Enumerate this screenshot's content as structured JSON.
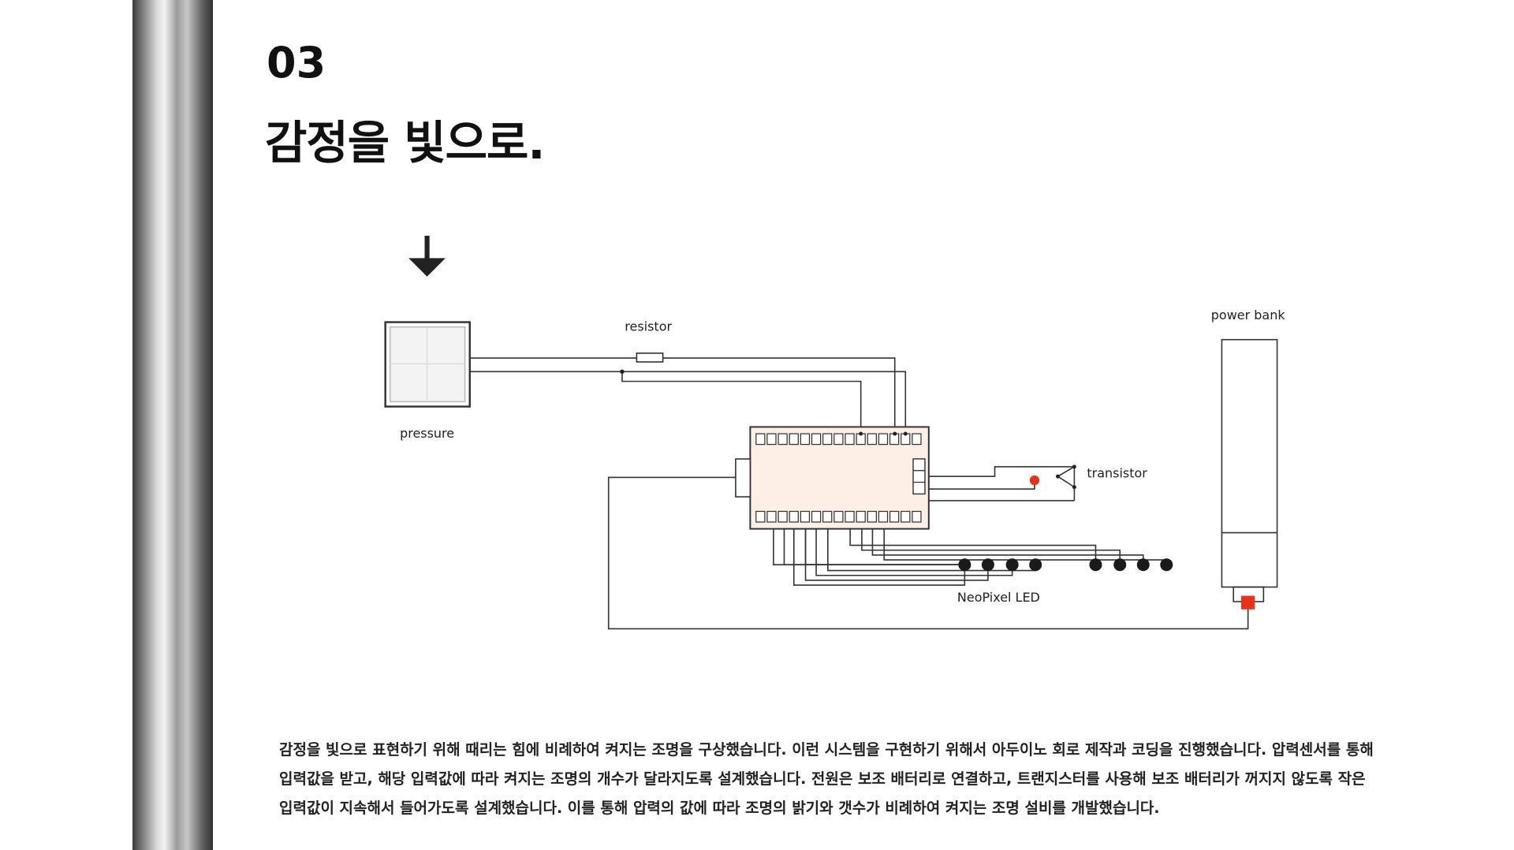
{
  "header": {
    "section_number": "03",
    "title": "감정을 빛으로."
  },
  "diagram": {
    "labels": {
      "pressure": "pressure",
      "resistor": "resistor",
      "power_bank": "power bank",
      "transistor": "transistor",
      "neopixel": "NeoPixel LED"
    },
    "colors": {
      "board_fill": "#fdeee6",
      "accent": "#e8321e",
      "line": "#333333"
    },
    "led_count": 8
  },
  "description": {
    "lines": [
      "감정을 빛으로 표현하기 위해 때리는 힘에 비례하여 켜지는 조명을 구상했습니다. 이런 시스템을 구현하기 위해서 아두이노 회로 제작과 코딩을 진행했습니다. 압력센서를 통해",
      "입력값을 받고, 해당 입력값에 따라 켜지는 조명의 개수가 달라지도록 설계했습니다. 전원은 보조 배터리로 연결하고, 트랜지스터를 사용해 보조 배터리가 꺼지지 않도록 작은",
      "입력값이 지속해서 들어가도록 설계했습니다. 이를 통해 압력의 값에 따라 조명의 밝기와 갯수가 비례하여 켜지는 조명 설비를 개발했습니다."
    ]
  }
}
